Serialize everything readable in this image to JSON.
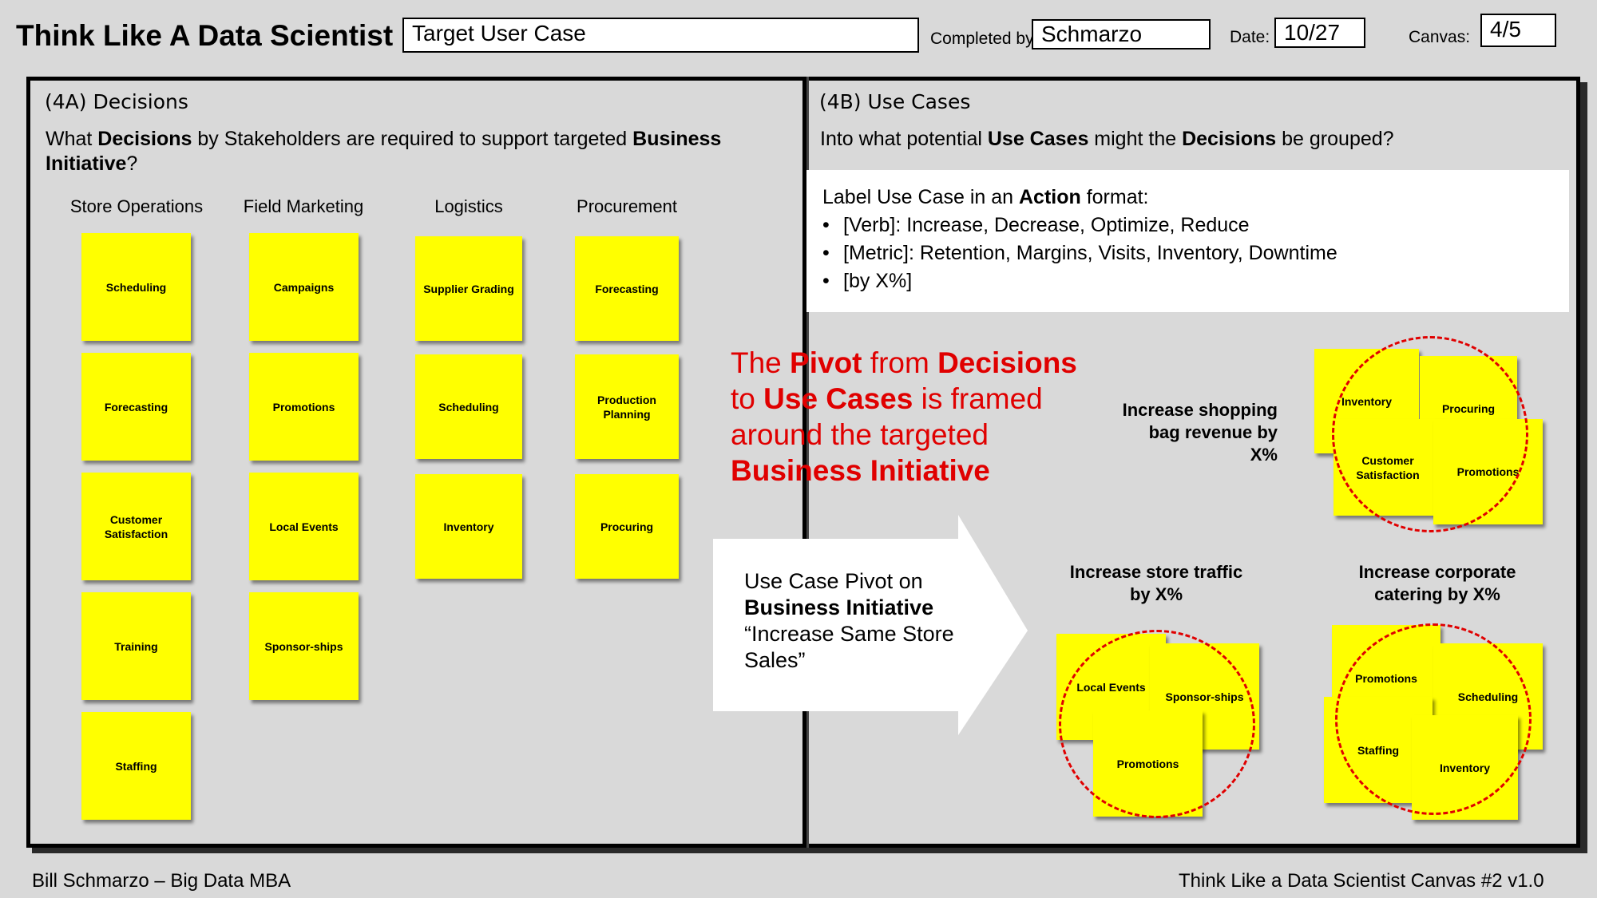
{
  "header": {
    "title": "Think Like A Data Scientist",
    "canvas_name": "Target User Case",
    "completed_by_label": "Completed by",
    "completed_by": "Schmarzo",
    "date_label": "Date:",
    "date": "10/27",
    "canvas_label": "Canvas:",
    "canvas_number": "4/5"
  },
  "decisions": {
    "heading": "(4A) Decisions",
    "question": {
      "pre": "What ",
      "b1": "Decisions",
      "mid": " by Stakeholders are required to support targeted ",
      "b2": "Business Initiative",
      "post": "?"
    },
    "columns": [
      {
        "name": "Store Operations",
        "notes": [
          "Scheduling",
          "Forecasting",
          "Customer Satisfaction",
          "Training",
          "Staffing"
        ]
      },
      {
        "name": "Field Marketing",
        "notes": [
          "Campaigns",
          "Promotions",
          "Local Events",
          "Sponsor-ships"
        ]
      },
      {
        "name": "Logistics",
        "notes": [
          "Supplier Grading",
          "Scheduling",
          "Inventory"
        ]
      },
      {
        "name": "Procurement",
        "notes": [
          "Forecasting",
          "Production Planning",
          "Procuring"
        ]
      }
    ]
  },
  "use_cases": {
    "heading": "(4B) Use Cases",
    "question": {
      "pre": "Into what potential ",
      "b1": "Use Cases",
      "mid": " might the ",
      "b2": "Decisions",
      "post": " be grouped?"
    },
    "instructions": {
      "pre": "Label Use Case in an ",
      "bold": "Action",
      "post": " format:",
      "bullets": [
        "[Verb]: Increase, Decrease, Optimize, Reduce",
        "[Metric]: Retention, Margins, Visits, Inventory, Downtime",
        "[by X%]"
      ]
    },
    "pivot": {
      "l1a": "The ",
      "l1b": "Pivot",
      "l1c": " from ",
      "l1d": "Decisions",
      "l2a": "to ",
      "l2b": "Use Cases",
      "l2c": " is framed",
      "l3": "around the targeted",
      "l4": "Business Initiative"
    },
    "arrow": {
      "l1": "Use Case Pivot on",
      "l2": "Business Initiative",
      "l3": "“Increase Same Store Sales”"
    },
    "groups": [
      {
        "label": "Increase shopping bag revenue by X%",
        "notes": [
          "Inventory",
          "Procuring",
          "Customer Satisfaction",
          "Promotions"
        ]
      },
      {
        "label": "Increase store traffic by X%",
        "notes": [
          "Local Events",
          "Sponsor-ships",
          "Promotions"
        ]
      },
      {
        "label": "Increase corporate catering by X%",
        "notes": [
          "Promotions",
          "Scheduling",
          "Staffing",
          "Inventory"
        ]
      }
    ],
    "colors": {
      "note": "#ffff00",
      "accent": "#e00000"
    }
  },
  "footer": {
    "left": "Bill Schmarzo – Big Data MBA",
    "right": "Think Like a Data Scientist Canvas #2 v1.0"
  }
}
